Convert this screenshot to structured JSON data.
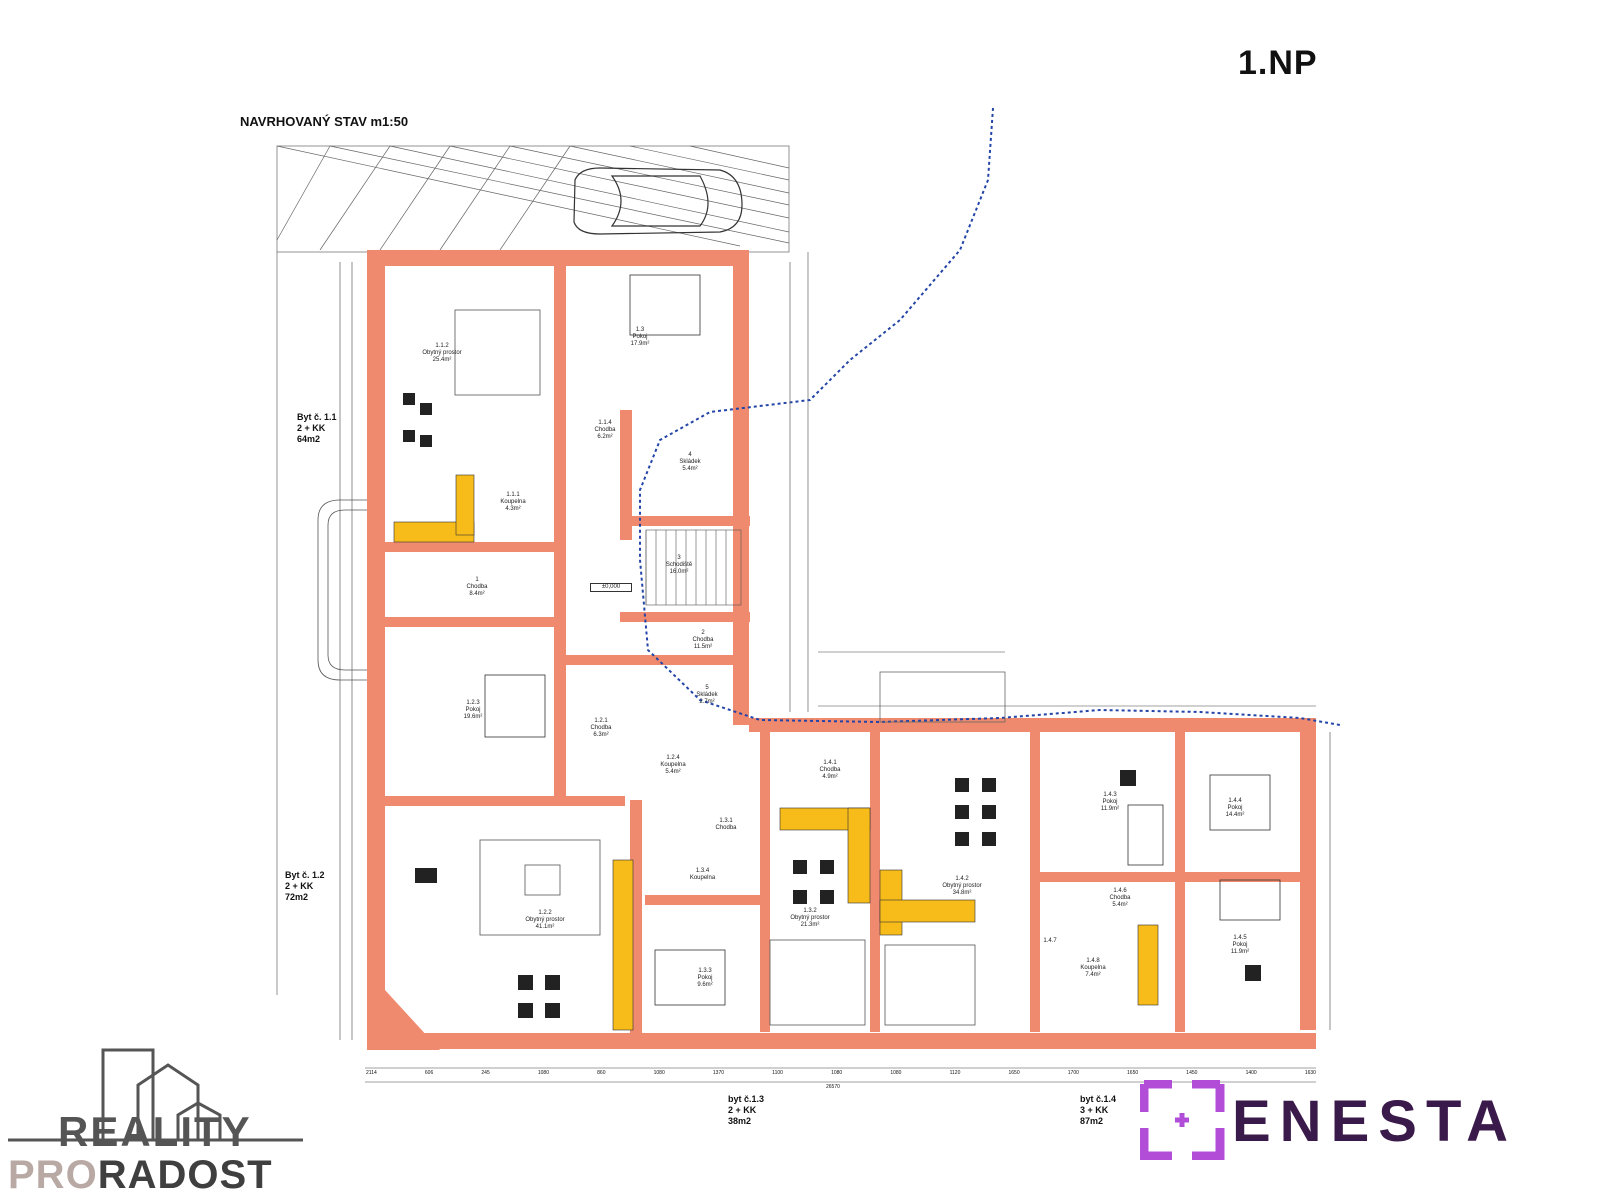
{
  "header": {
    "floor_label": "1.NP",
    "plan_title": "NAVRHOVANÝ STAV m1:50"
  },
  "apartments": [
    {
      "id": "Byt č. 1.1",
      "layout": "2 + KK",
      "area": "64m2"
    },
    {
      "id": "Byt č. 1.2",
      "layout": "2 + KK",
      "area": "72m2"
    },
    {
      "id": "byt č.1.3",
      "layout": "2 + KK",
      "area": "38m2"
    },
    {
      "id": "byt č.1.4",
      "layout": "3 + KK",
      "area": "87m2"
    }
  ],
  "rooms": [
    {
      "num": "1.1.2",
      "name": "Obytný prostor",
      "area": "25.4m²"
    },
    {
      "num": "1.3",
      "name": "Pokoj",
      "area": "17.9m²"
    },
    {
      "num": "1.1.4",
      "name": "Chodba",
      "area": "6.2m²"
    },
    {
      "num": "4",
      "name": "Skládek",
      "area": "5.4m²"
    },
    {
      "num": "1.1.1",
      "name": "Koupelna",
      "area": "4.3m²"
    },
    {
      "num": "3",
      "name": "Schodiště",
      "area": "16.0m²"
    },
    {
      "num": "1",
      "name": "Chodba",
      "area": "8.4m²"
    },
    {
      "num": "2",
      "name": "Chodba",
      "area": "11.5m²"
    },
    {
      "num": "5",
      "name": "Skládek",
      "area": "2.7m²"
    },
    {
      "num": "1.2.3",
      "name": "Pokoj",
      "area": "19.6m²"
    },
    {
      "num": "1.2.1",
      "name": "Chodba",
      "area": "6.3m²"
    },
    {
      "num": "1.2.4",
      "name": "Koupelna",
      "area": "5.4m²"
    },
    {
      "num": "1.4.1",
      "name": "Chodba",
      "area": "4.9m²"
    },
    {
      "num": "1.2.2",
      "name": "Obytný prostor",
      "area": "41.1m²"
    },
    {
      "num": "1.3.1",
      "name": "Chodba",
      "area": ""
    },
    {
      "num": "1.3.4",
      "name": "Koupelna",
      "area": ""
    },
    {
      "num": "1.3.2",
      "name": "Obytný prostor",
      "area": "21.3m²"
    },
    {
      "num": "1.3.3",
      "name": "Pokoj",
      "area": "9.6m²"
    },
    {
      "num": "1.4.2",
      "name": "Obytný prostor",
      "area": "34.8m²"
    },
    {
      "num": "1.4.3",
      "name": "Pokoj",
      "area": "11.9m²"
    },
    {
      "num": "1.4.4",
      "name": "Pokoj",
      "area": "14.4m²"
    },
    {
      "num": "1.4.6",
      "name": "Chodba",
      "area": "5.4m²"
    },
    {
      "num": "1.4.7",
      "name": "",
      "area": ""
    },
    {
      "num": "1.4.8",
      "name": "Koupelna",
      "area": "7.4m²"
    },
    {
      "num": "1.4.5",
      "name": "Pokoj",
      "area": "11.9m²"
    }
  ],
  "elevation": "±0,000",
  "dims_bottom": [
    "2114",
    "606",
    "245",
    "1080",
    "860",
    "1080",
    "1370",
    "1100",
    "1080",
    "1080",
    "1120",
    "1650",
    "1700",
    "1650",
    "1450",
    "1400",
    "1630"
  ],
  "dim_total": "26570",
  "logos": {
    "left_line1": "REALITY",
    "left_line2a": "PRO",
    "left_line2b": "RADOST",
    "right": "ENESTA"
  },
  "colors": {
    "wall": "#f08a6e",
    "kitchen": "#f7bb1a",
    "utility_line": "#2344a8",
    "enesta_purple": "#b24dd8"
  }
}
